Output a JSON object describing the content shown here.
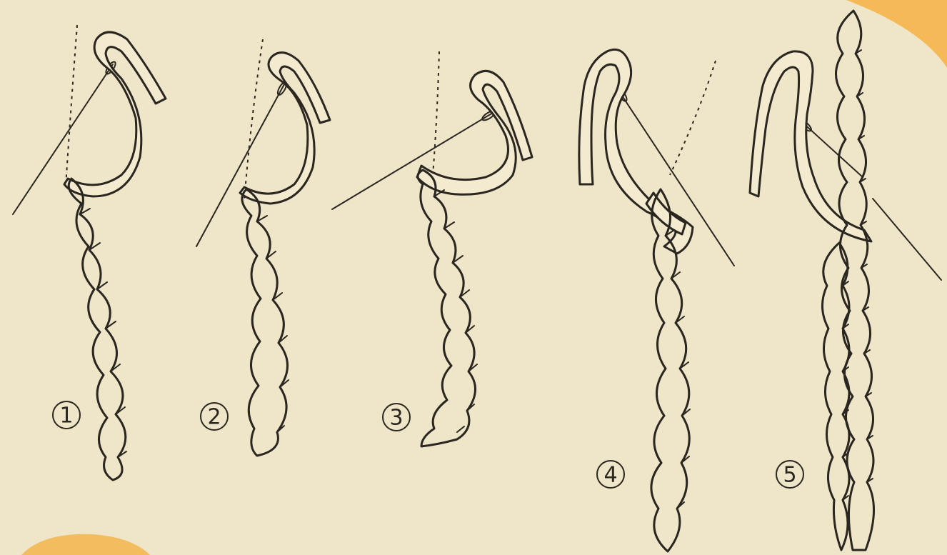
{
  "colors": {
    "paper": "#efe5c8",
    "ink": "#2a2620",
    "accent": "#f5b54a"
  },
  "steps": [
    {
      "number": "1"
    },
    {
      "number": "2"
    },
    {
      "number": "3"
    },
    {
      "number": "4"
    },
    {
      "number": "5"
    }
  ]
}
